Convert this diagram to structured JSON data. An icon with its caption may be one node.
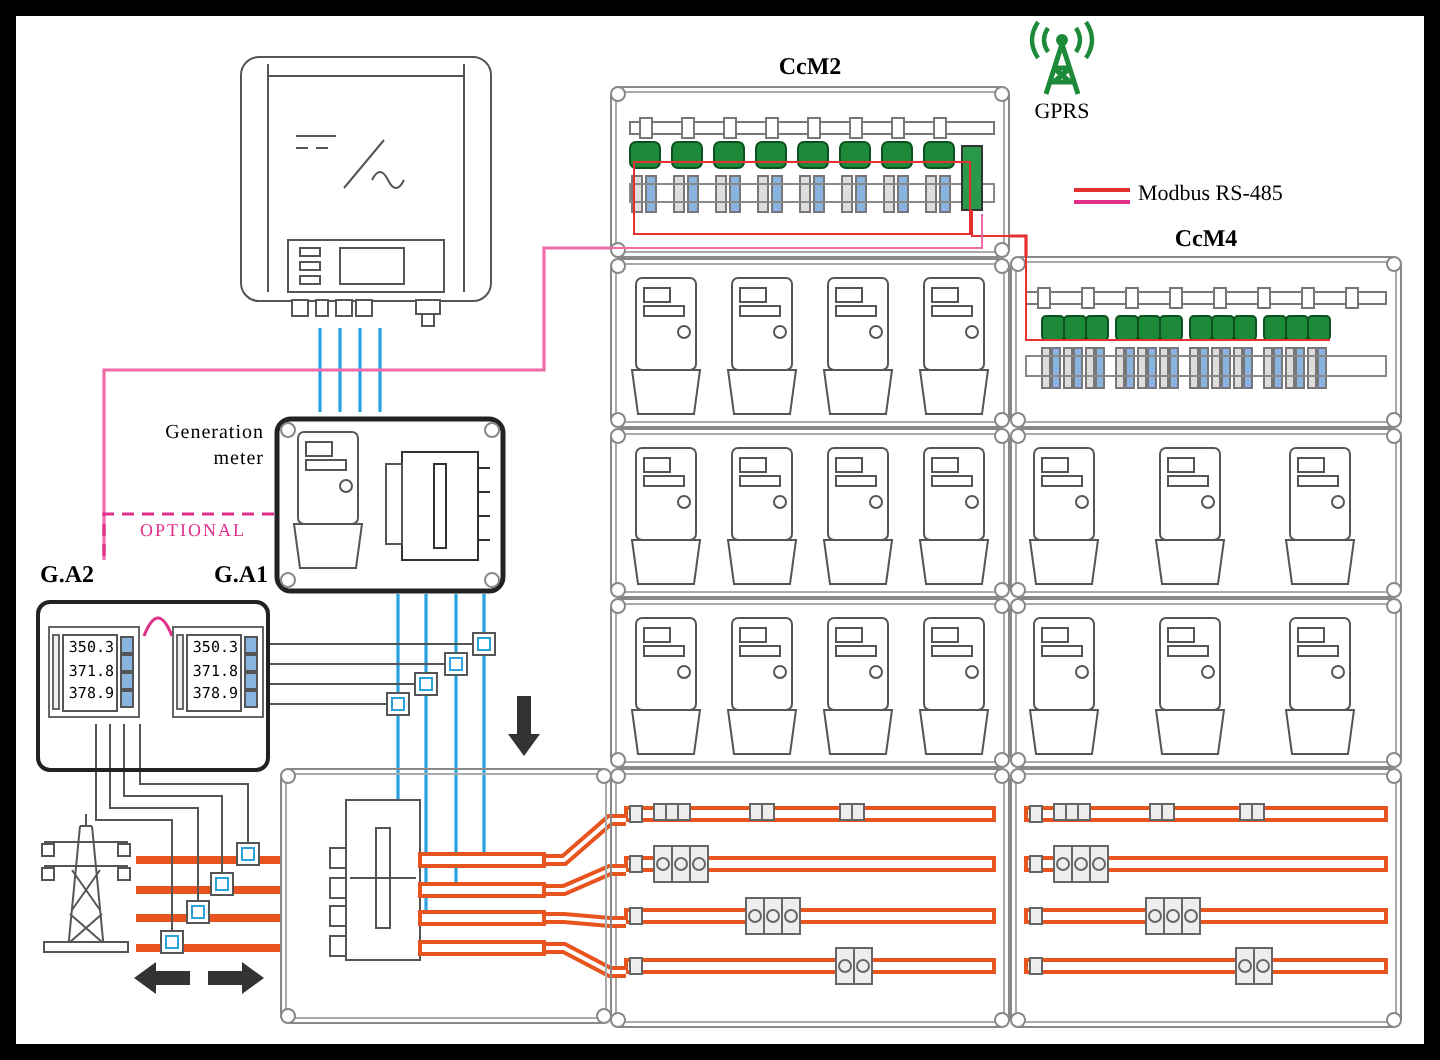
{
  "diagram": {
    "nodes": [
      {
        "text": [],
        "shape": "picture"
      },
      {
        "text": [
          "CcM2"
        ]
      },
      {
        "text": [
          "GPRS"
        ]
      },
      {
        "text": [
          "CcM4"
        ]
      },
      {
        "text": [
          "Generation meter"
        ]
      },
      {
        "text": [],
        "shape": "box"
      },
      {
        "text": [
          "G.A2",
          "350.3",
          "371.8",
          "378.9"
        ],
        "in": 5
      },
      {
        "text": [
          "G.A1",
          "350.3",
          "371.8",
          "378.9"
        ],
        "in": 5
      },
      {
        "text": [],
        "shape": "picture"
      },
      {
        "text": [],
        "shape": "picture"
      },
      {
        "text": [],
        "shape": "box"
      },
      {
        "text": [],
        "shape": "box"
      },
      {
        "text": [],
        "shape": "box"
      },
      {
        "text": [],
        "shape": "box"
      },
      {
        "text": [],
        "shape": "box"
      },
      {
        "text": [],
        "shape": "box"
      },
      {
        "text": [],
        "shape": "box"
      },
      {
        "text": [],
        "shape": "box"
      }
    ],
    "edges": [
      {
        "from": 0,
        "to": 4,
        "arrow": "none",
        "color": "#29a3e0"
      },
      {
        "from": 4,
        "to": 9,
        "arrow": "none",
        "color": "#29a3e0"
      },
      {
        "from": 8,
        "to": 9,
        "arrow": "none",
        "style": "thick",
        "color": "#e8541e"
      },
      {
        "from": 6,
        "to": 1,
        "arrow": "none",
        "color": "#f06aa8"
      },
      {
        "from": 6,
        "to": 7,
        "arrow": "none",
        "color": "#e0308a"
      },
      {
        "from": 4,
        "to": 6,
        "arrow": "none",
        "style": "dashed",
        "label": "OPTIONAL",
        "color": "#e0308a"
      },
      {
        "from": 1,
        "to": 3,
        "arrow": "none",
        "color": "#e53030"
      },
      {
        "from": 7,
        "to": 10,
        "arrow": "none"
      },
      {
        "from": 7,
        "to": 11,
        "arrow": "none"
      },
      {
        "from": 7,
        "to": 12,
        "arrow": "none"
      },
      {
        "from": 7,
        "to": 13,
        "arrow": "none"
      },
      {
        "from": 6,
        "to": 14,
        "arrow": "none"
      },
      {
        "from": 6,
        "to": 15,
        "arrow": "none"
      },
      {
        "from": 6,
        "to": 16,
        "arrow": "none"
      },
      {
        "from": 6,
        "to": 17,
        "arrow": "none"
      },
      {
        "from": 10,
        "to": 9,
        "arrow": "to",
        "style": "thick",
        "color": "#333333"
      },
      {
        "from": 17,
        "to": 8,
        "arrow": "to",
        "style": "thick",
        "color": "#333333"
      },
      {
        "from": 8,
        "to": 9,
        "arrow": "to",
        "style": "thick",
        "color": "#333333"
      }
    ],
    "legend": [
      {
        "text": "Modbus RS-485"
      }
    ]
  }
}
